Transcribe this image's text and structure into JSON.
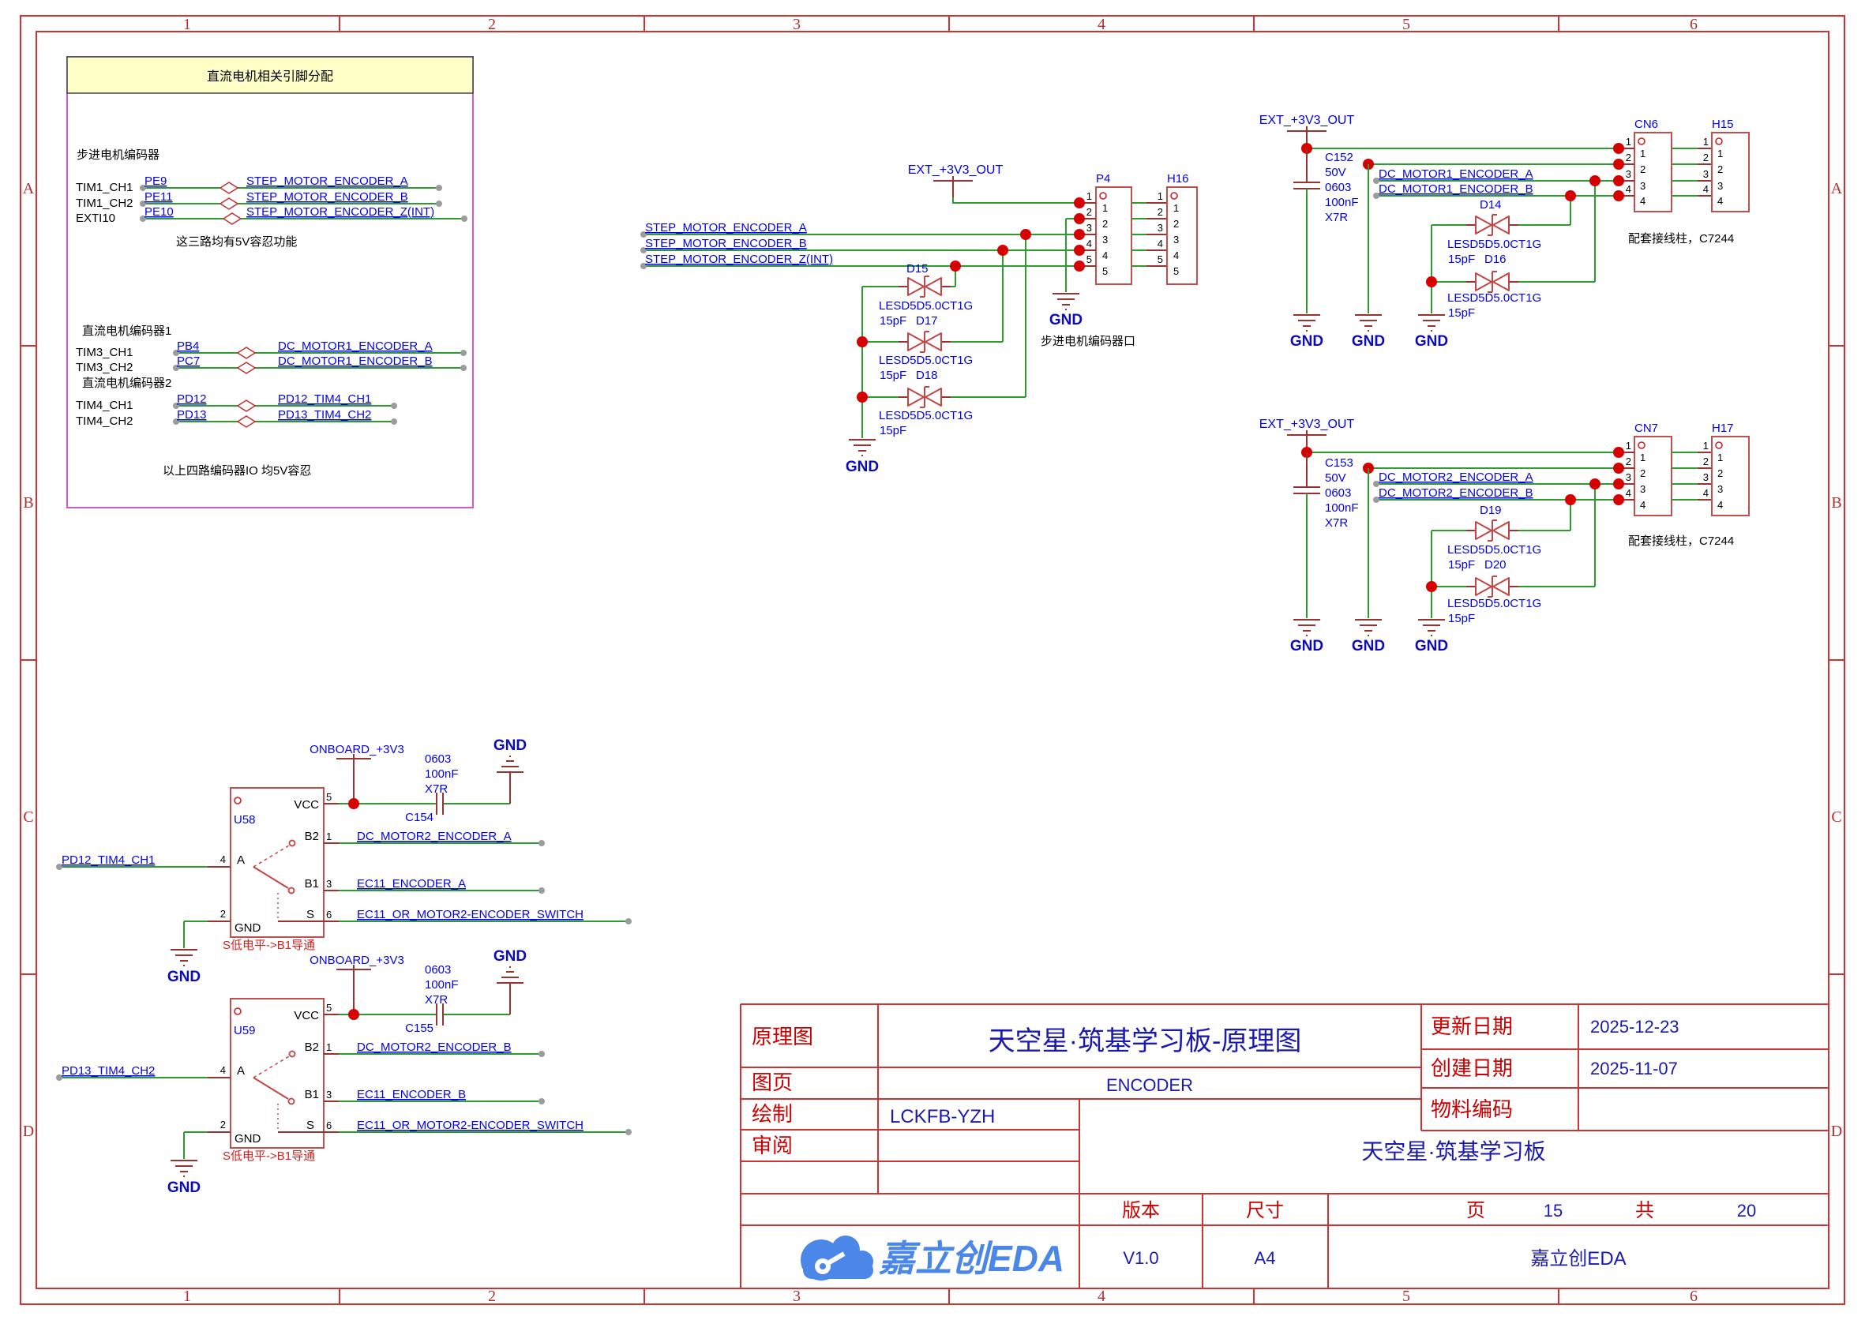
{
  "frame": {
    "cols": [
      "1",
      "2",
      "3",
      "4",
      "5",
      "6"
    ],
    "rows": [
      "A",
      "B",
      "C",
      "D"
    ]
  },
  "labels": {
    "gnd": "GND",
    "ext_3v3": "EXT_+3V3_OUT",
    "onboard_3v3": "ONBOARD_+3V3",
    "tvs_part": "LESD5D5.0CT1G",
    "tvs_cap": "15pF",
    "terminal_note": "配套接线柱，C7244",
    "mux_note": "S低电平->B1导通",
    "cap_volt": "50V",
    "cap_pkg": "0603",
    "cap_val": "100nF",
    "cap_mat": "X7R",
    "switch_net": "EC11_OR_MOTOR2-ENCODER_SWITCH"
  },
  "pinbox": {
    "title": "直流电机相关引脚分配",
    "g1_heading": "步进电机编码器",
    "g1_rows": [
      [
        "TIM1_CH1",
        "PE9",
        "STEP_MOTOR_ENCODER_A"
      ],
      [
        "TIM1_CH2",
        "PE11",
        "STEP_MOTOR_ENCODER_B"
      ],
      [
        "EXTI10",
        "PE10",
        "STEP_MOTOR_ENCODER_Z(INT)"
      ]
    ],
    "g1_note": "这三路均有5V容忍功能",
    "g2_heading": "直流电机编码器1",
    "g2_rows": [
      [
        "TIM3_CH1",
        "PB4",
        "DC_MOTOR1_ENCODER_A"
      ],
      [
        "TIM3_CH2",
        "PC7",
        "DC_MOTOR1_ENCODER_B"
      ]
    ],
    "g3_heading": "直流电机编码器2",
    "g3_rows": [
      [
        "TIM4_CH1",
        "PD12",
        "PD12_TIM4_CH1"
      ],
      [
        "TIM4_CH2",
        "PD13",
        "PD13_TIM4_CH2"
      ]
    ],
    "g3_note": "以上四路编码器IO 均5V容忍"
  },
  "stepper": {
    "nets": [
      "STEP_MOTOR_ENCODER_A",
      "STEP_MOTOR_ENCODER_B",
      "STEP_MOTOR_ENCODER_Z(INT)"
    ],
    "diodes": [
      "D15",
      "D17",
      "D18"
    ],
    "p4": "P4",
    "h16": "H16",
    "pins": [
      "1",
      "2",
      "3",
      "4",
      "5"
    ],
    "caption": "步进电机编码器口"
  },
  "dc1": {
    "cap_ref": "C152",
    "nets": [
      "DC_MOTOR1_ENCODER_A",
      "DC_MOTOR1_ENCODER_B"
    ],
    "diodes": [
      "D14",
      "D16"
    ],
    "cn": "CN6",
    "h": "H15",
    "pins": [
      "1",
      "2",
      "3",
      "4"
    ]
  },
  "dc2": {
    "cap_ref": "C153",
    "nets": [
      "DC_MOTOR2_ENCODER_A",
      "DC_MOTOR2_ENCODER_B"
    ],
    "diodes": [
      "D19",
      "D20"
    ],
    "cn": "CN7",
    "h": "H17",
    "pins": [
      "1",
      "2",
      "3",
      "4"
    ]
  },
  "mux1": {
    "ref": "U58",
    "cap_ref": "C154",
    "vcc_name": "VCC",
    "vcc_num": "5",
    "b2_name": "B2",
    "b2_num": "1",
    "b2_net": "DC_MOTOR2_ENCODER_A",
    "a_name": "A",
    "a_num": "4",
    "a_net": "PD12_TIM4_CH1",
    "b1_name": "B1",
    "b1_num": "3",
    "b1_net": "EC11_ENCODER_A",
    "s_name": "S",
    "s_num": "6",
    "gnd_name": "GND",
    "gnd_num": "2"
  },
  "mux2": {
    "ref": "U59",
    "cap_ref": "C155",
    "vcc_name": "VCC",
    "vcc_num": "5",
    "b2_name": "B2",
    "b2_num": "1",
    "b2_net": "DC_MOTOR2_ENCODER_B",
    "a_name": "A",
    "a_num": "4",
    "a_net": "PD13_TIM4_CH2",
    "b1_name": "B1",
    "b1_num": "3",
    "b1_net": "EC11_ENCODER_B",
    "s_name": "S",
    "s_num": "6",
    "gnd_name": "GND",
    "gnd_num": "2"
  },
  "titleblock": {
    "schematic_label": "原理图",
    "schematic_title": "天空星·筑基学习板-原理图",
    "sheet_label": "图页",
    "sheet": "ENCODER",
    "drawn_label": "绘制",
    "drawn": "LCKFB-YZH",
    "review_label": "审阅",
    "updated_label": "更新日期",
    "updated": "2025-12-23",
    "created_label": "创建日期",
    "created": "2025-11-07",
    "material_label": "物料编码",
    "board": "天空星·筑基学习板",
    "version_label": "版本",
    "version": "V1.0",
    "size_label": "尺寸",
    "size": "A4",
    "page_label": "页",
    "page": "15",
    "total_label": "共",
    "total": "20",
    "brand": "嘉立创EDA",
    "logo_text": "嘉立创EDA"
  }
}
